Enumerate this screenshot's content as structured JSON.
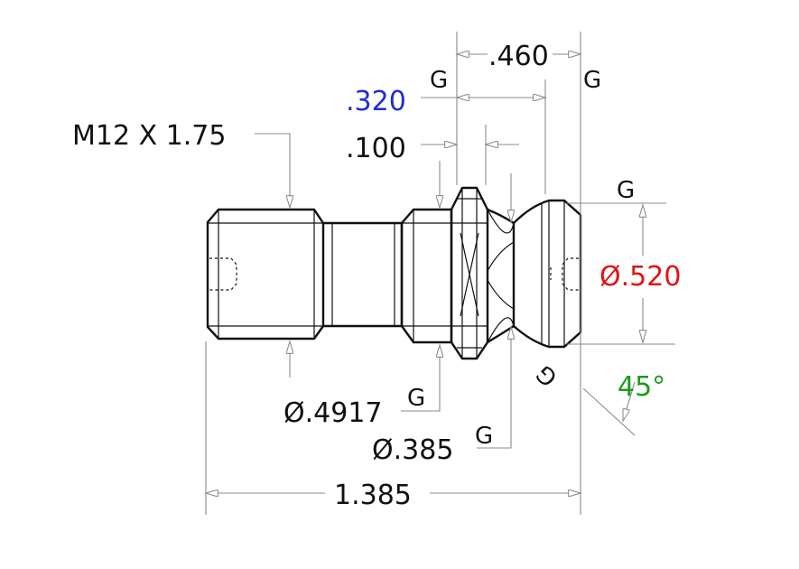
{
  "colors": {
    "ink": "#111111",
    "dimension_line": "#8a8a8a",
    "highlight_blue": "#1f2bd6",
    "highlight_red": "#e01414",
    "highlight_green": "#1e9a1e"
  },
  "dimensions": {
    "thread": "M12 X 1.75",
    "length_460": ".460",
    "length_320": ".320",
    "length_100": ".100",
    "dia_520": "Ø.520",
    "angle_45": "45°",
    "dia_4917": "Ø.4917",
    "dia_385": "Ø.385",
    "overall_length": "1.385"
  },
  "tolerance_symbol": "G"
}
